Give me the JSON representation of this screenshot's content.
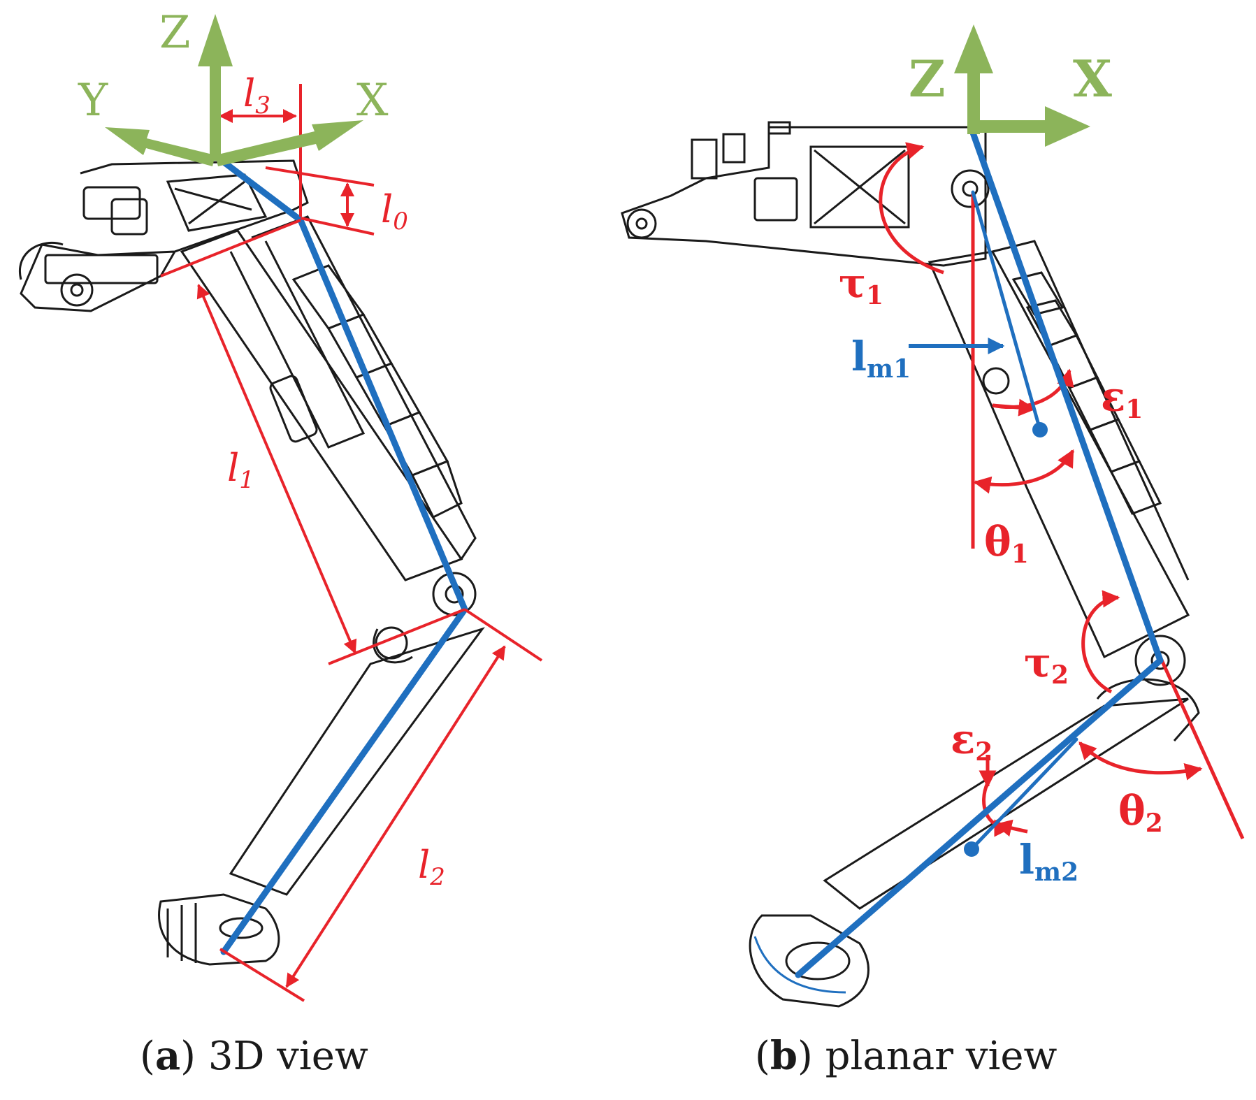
{
  "colors": {
    "axis": "#8cb45a",
    "dimension": "#e8232a",
    "link": "#1f6fbf",
    "outline": "#1a1a1a"
  },
  "panel_a": {
    "axes": {
      "z": "Z",
      "y": "Y",
      "x": "X"
    },
    "dims": {
      "l3": "l",
      "l3_sub": "3",
      "l0": "l",
      "l0_sub": "0",
      "l1": "l",
      "l1_sub": "1",
      "l2": "l",
      "l2_sub": "2"
    },
    "caption": {
      "letter": "a",
      "text": "3D view"
    }
  },
  "panel_b": {
    "axes": {
      "z": "Z",
      "x": "X"
    },
    "labels": {
      "tau1": "τ",
      "tau1_sub": "1",
      "lm1": "l",
      "lm1_sub": "m1",
      "eps1": "ε",
      "eps1_sub": "1",
      "theta1": "θ",
      "theta1_sub": "1",
      "tau2": "τ",
      "tau2_sub": "2",
      "eps2": "ε",
      "eps2_sub": "2",
      "theta2": "θ",
      "theta2_sub": "2",
      "lm2": "l",
      "lm2_sub": "m2"
    },
    "caption": {
      "letter": "b",
      "text": "planar view"
    }
  }
}
